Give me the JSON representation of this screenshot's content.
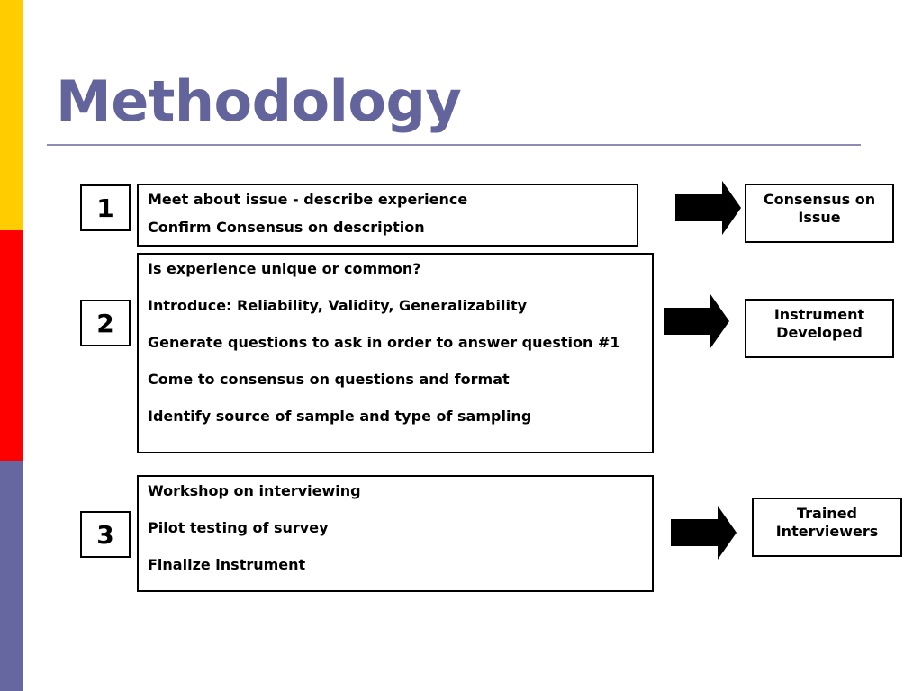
{
  "colors": {
    "band_top": "#FFCC00",
    "band_middle": "#FF0000",
    "band_bottom": "#6666A0",
    "title": "#63649C",
    "rule": "#8C8CB4"
  },
  "title": "Methodology",
  "steps": [
    {
      "number": "1",
      "items": [
        "Meet about issue - describe experience",
        "Confirm Consensus on description"
      ],
      "outcome": [
        "Consensus on",
        "Issue"
      ]
    },
    {
      "number": "2",
      "items": [
        "Is experience unique or common?",
        "Introduce: Reliability, Validity, Generalizability",
        "Generate questions to ask in order to answer question #1",
        "Come to consensus on questions and format",
        "Identify source of sample and type of sampling"
      ],
      "outcome": [
        "Instrument",
        "Developed"
      ]
    },
    {
      "number": "3",
      "items": [
        "Workshop on interviewing",
        "Pilot testing of survey",
        "Finalize instrument"
      ],
      "outcome": [
        "Trained",
        "Interviewers"
      ]
    }
  ]
}
